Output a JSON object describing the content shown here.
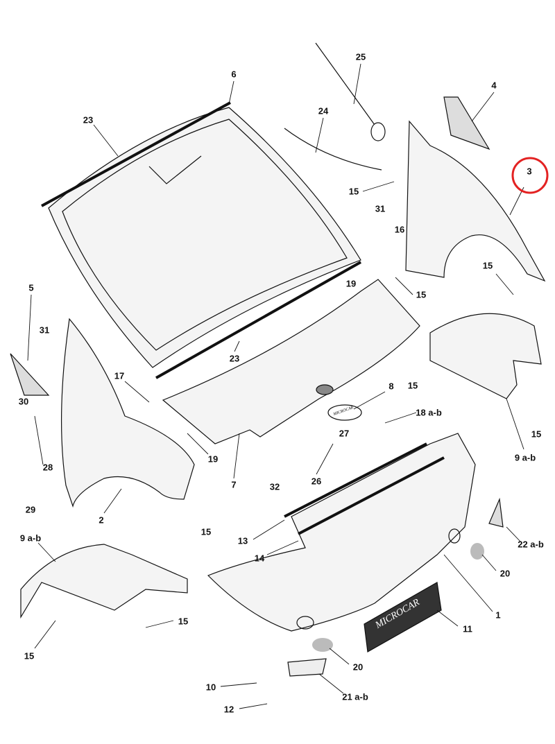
{
  "diagram": {
    "highlight_color": "#e32222",
    "highlighted_part": "3",
    "plate_text": "MICROCAR",
    "badge_text": "MICROCAR",
    "labels": [
      "25",
      "6",
      "4",
      "23",
      "24",
      "3",
      "15",
      "31",
      "16",
      "19",
      "15",
      "15",
      "5",
      "31",
      "17",
      "23",
      "8",
      "18 a-b",
      "15",
      "30",
      "28",
      "29",
      "19",
      "7",
      "32",
      "27",
      "26",
      "15",
      "2",
      "9 a-b",
      "9 a-b",
      "15",
      "13",
      "14",
      "22 a-b",
      "20",
      "1",
      "11",
      "15",
      "15",
      "20",
      "10",
      "21 a-b",
      "12"
    ]
  }
}
